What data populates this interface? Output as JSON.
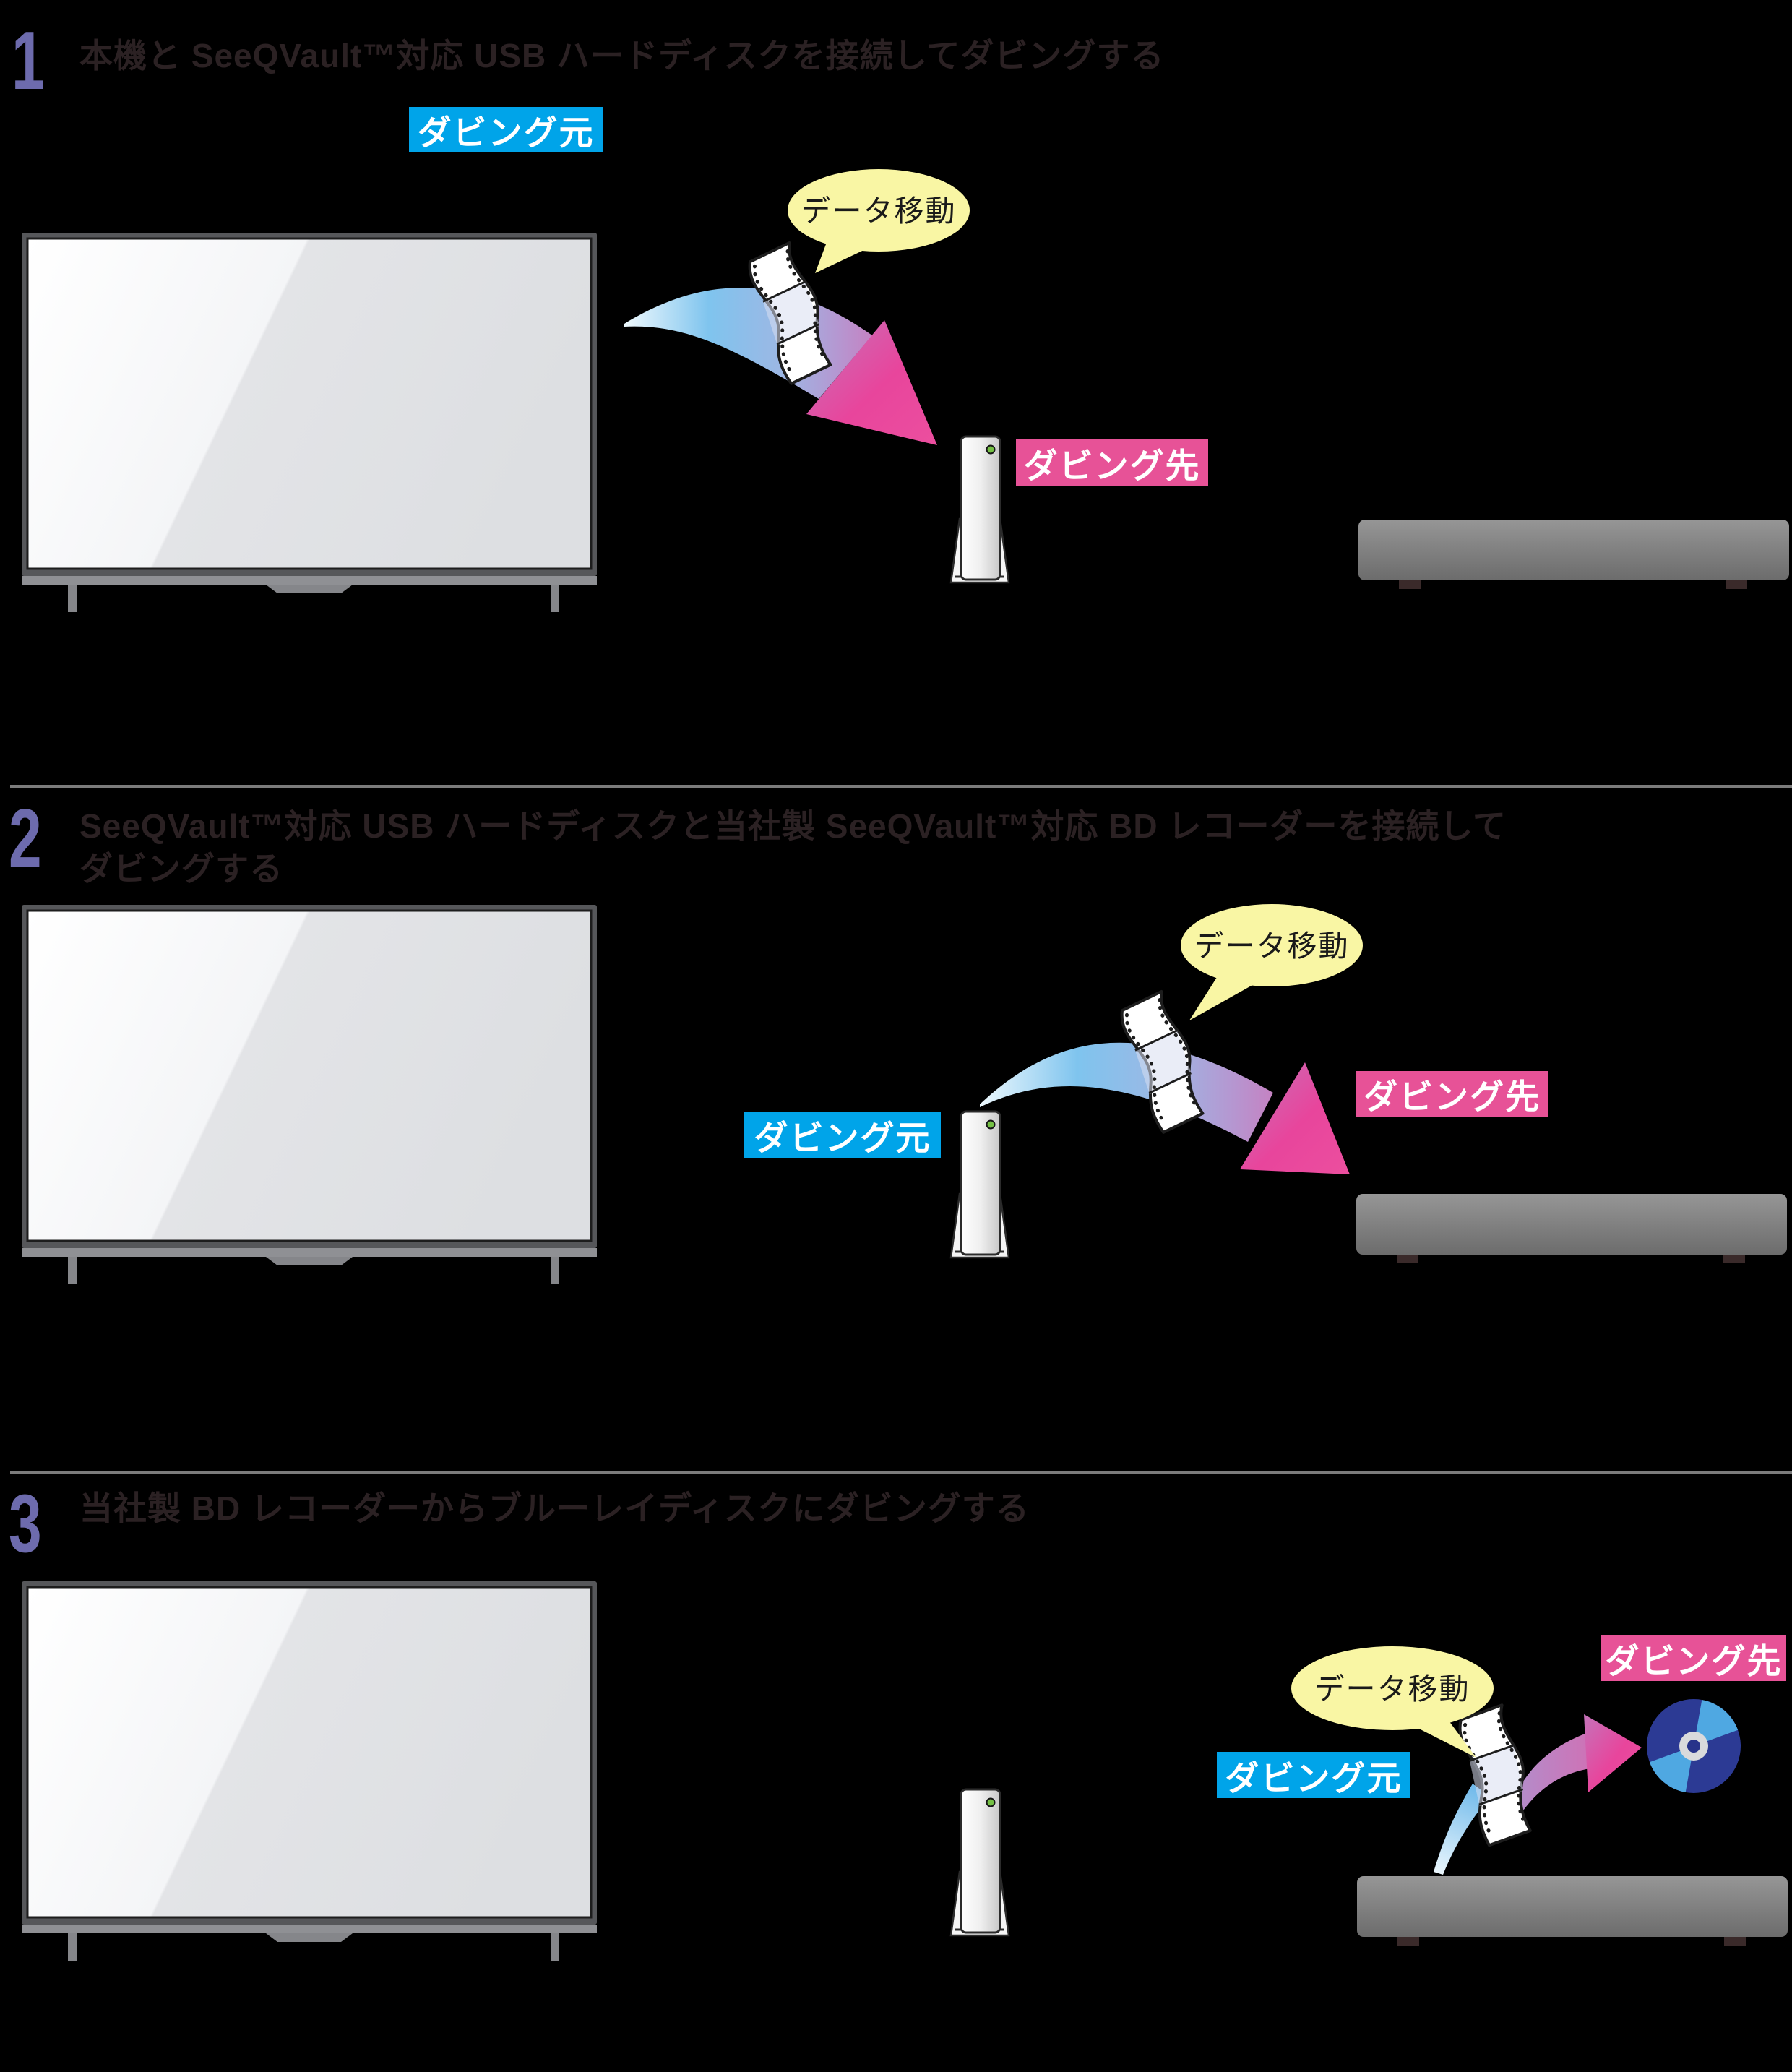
{
  "document_type": "instruction-diagram",
  "colors": {
    "background": "#000000",
    "source_label_bg": "#00a4e9",
    "destination_label_bg": "#e75297",
    "label_text": "#ffffff",
    "bubble_bg": "#f9f6a4",
    "bubble_text": "#1a1a1a",
    "step_number": "#6d6bad",
    "heading_text": "#2b2123",
    "divider": "#7b7b7b",
    "arrow_blue": "#7fc4ee",
    "arrow_pink": "#e8459c",
    "disc_navy": "#2c3a94",
    "disc_light_blue": "#4fa8e2",
    "led_green": "#74c044"
  },
  "labels": {
    "source": "ダビング元",
    "destination": "ダビング先",
    "data_move": "データ移動"
  },
  "icons": {
    "tv": "television",
    "usb_hdd": "usb-hard-disk-tower",
    "bd_recorder": "bd-recorder-deck",
    "film": "film-strip",
    "disc": "blu-ray-disc",
    "arrow": "transfer-arrow",
    "bubble": "speech-balloon"
  },
  "steps": [
    {
      "number": "1",
      "title_lines": [
        "本機と SeeQVault™対応 USB ハードディスクを接続してダビングする"
      ],
      "source_device": "tv",
      "destination_device": "usb-hdd"
    },
    {
      "number": "2",
      "title_lines": [
        "SeeQVault™対応 USB ハードディスクと当社製 SeeQVault™対応 BD レコーダーを接続して",
        "ダビングする"
      ],
      "source_device": "usb-hdd",
      "destination_device": "bd-recorder"
    },
    {
      "number": "3",
      "title_lines": [
        "当社製 BD レコーダーからブルーレイディスクにダビングする"
      ],
      "source_device": "bd-recorder",
      "destination_device": "blu-ray-disc"
    }
  ]
}
